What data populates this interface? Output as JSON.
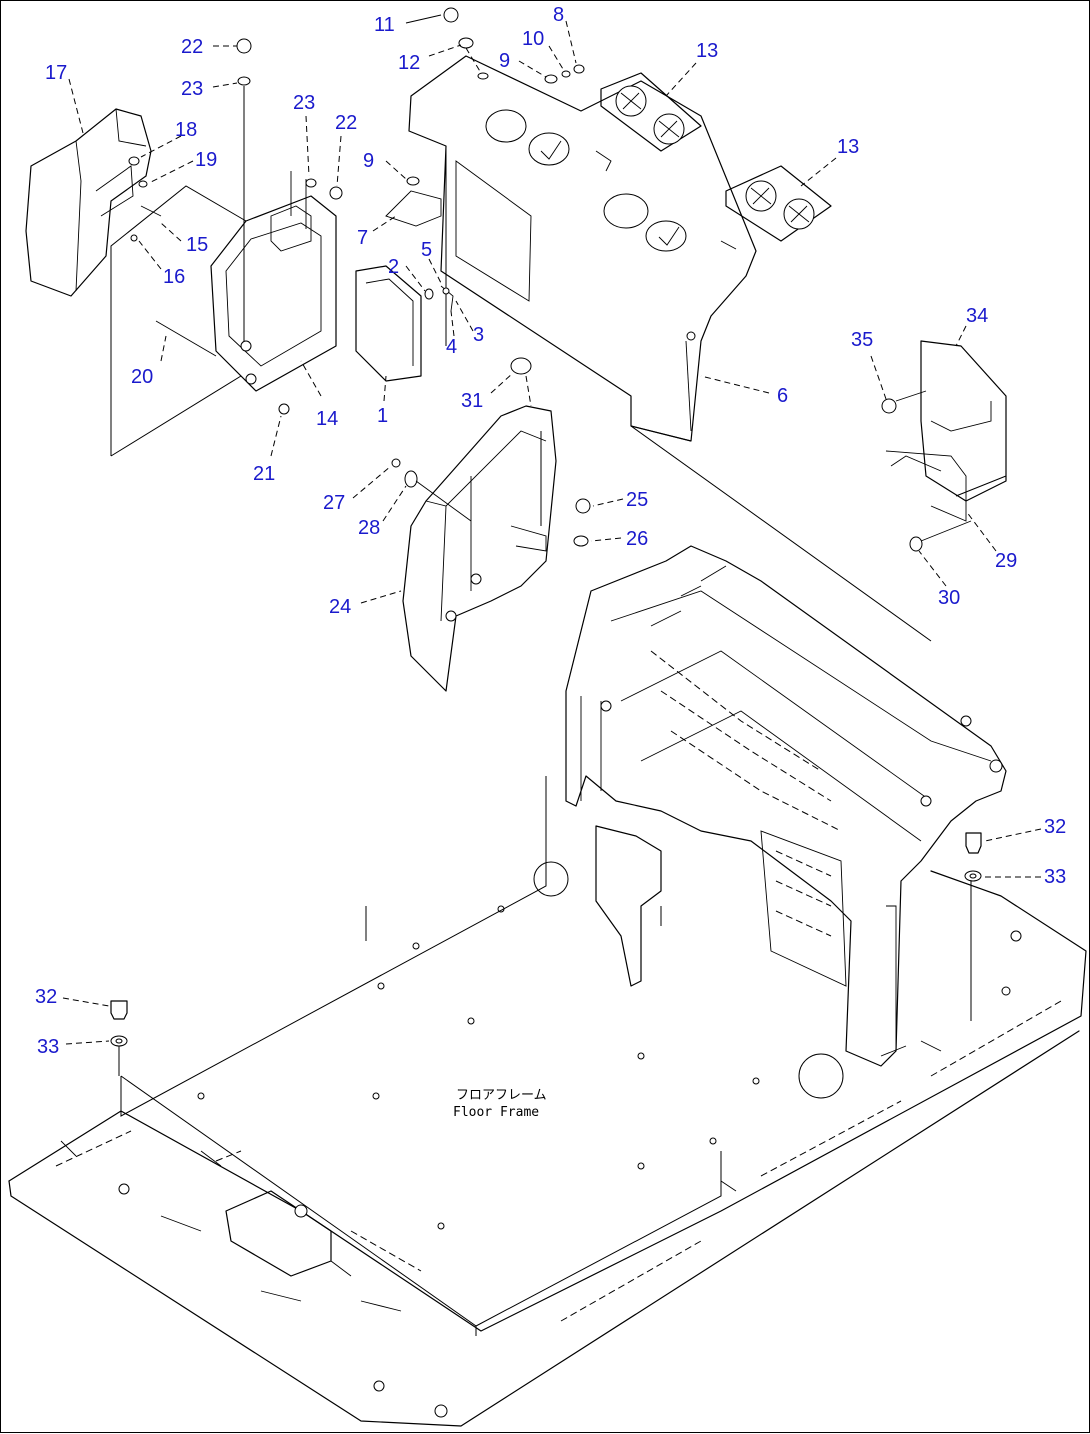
{
  "diagram": {
    "callout_color": "#1a1acc",
    "floor_label_line1": "フロアフレーム",
    "floor_label_line2": "Floor Frame",
    "callouts": [
      {
        "id": "c17",
        "label": "17"
      },
      {
        "id": "c22a",
        "label": "22"
      },
      {
        "id": "c23a",
        "label": "23"
      },
      {
        "id": "c18",
        "label": "18"
      },
      {
        "id": "c19",
        "label": "19"
      },
      {
        "id": "c15",
        "label": "15"
      },
      {
        "id": "c16",
        "label": "16"
      },
      {
        "id": "c20",
        "label": "20"
      },
      {
        "id": "c21",
        "label": "21"
      },
      {
        "id": "c23b",
        "label": "23"
      },
      {
        "id": "c22b",
        "label": "22"
      },
      {
        "id": "c14",
        "label": "14"
      },
      {
        "id": "c11",
        "label": "11"
      },
      {
        "id": "c12",
        "label": "12"
      },
      {
        "id": "c9a",
        "label": "9"
      },
      {
        "id": "c10",
        "label": "10"
      },
      {
        "id": "c8",
        "label": "8"
      },
      {
        "id": "c13a",
        "label": "13"
      },
      {
        "id": "c13b",
        "label": "13"
      },
      {
        "id": "c9b",
        "label": "9"
      },
      {
        "id": "c7",
        "label": "7"
      },
      {
        "id": "c2",
        "label": "2"
      },
      {
        "id": "c5",
        "label": "5"
      },
      {
        "id": "c4",
        "label": "4"
      },
      {
        "id": "c3",
        "label": "3"
      },
      {
        "id": "c1",
        "label": "1"
      },
      {
        "id": "c6",
        "label": "6"
      },
      {
        "id": "c31",
        "label": "31"
      },
      {
        "id": "c27",
        "label": "27"
      },
      {
        "id": "c28",
        "label": "28"
      },
      {
        "id": "c25",
        "label": "25"
      },
      {
        "id": "c26",
        "label": "26"
      },
      {
        "id": "c24",
        "label": "24"
      },
      {
        "id": "c35",
        "label": "35"
      },
      {
        "id": "c34",
        "label": "34"
      },
      {
        "id": "c29",
        "label": "29"
      },
      {
        "id": "c30",
        "label": "30"
      },
      {
        "id": "c32a",
        "label": "32"
      },
      {
        "id": "c33a",
        "label": "33"
      },
      {
        "id": "c32b",
        "label": "32"
      },
      {
        "id": "c33b",
        "label": "33"
      }
    ]
  }
}
